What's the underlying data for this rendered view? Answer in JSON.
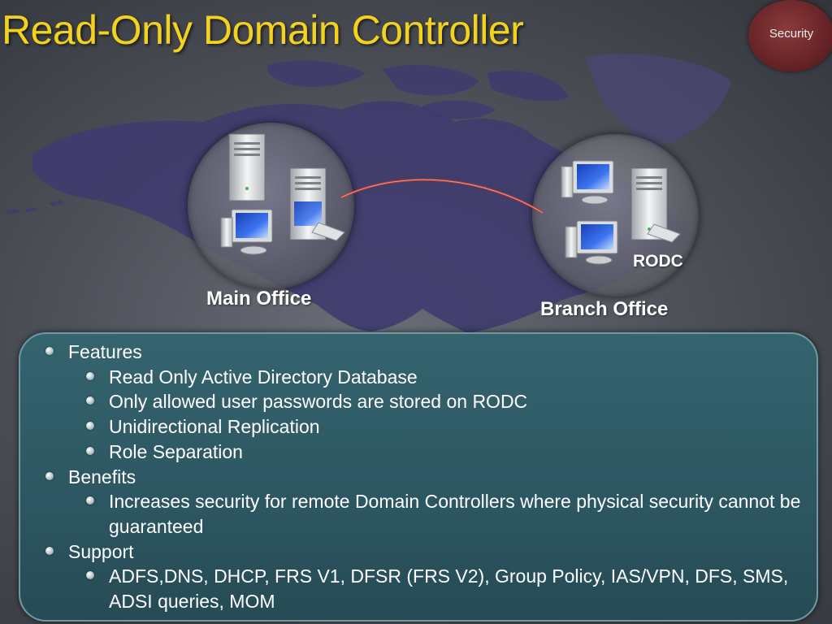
{
  "slide": {
    "title": "Read-Only Domain Controller",
    "badge": "Security"
  },
  "diagram": {
    "main_office_label": "Main Office",
    "branch_office_label": "Branch Office",
    "rodc_label": "RODC"
  },
  "bullets": {
    "features": {
      "label": "Features",
      "items": [
        "Read Only Active Directory Database",
        "Only allowed user passwords are stored on RODC",
        "Unidirectional Replication",
        "Role Separation"
      ]
    },
    "benefits": {
      "label": "Benefits",
      "items": [
        "Increases security for remote Domain Controllers where physical security cannot be guaranteed"
      ]
    },
    "support": {
      "label": "Support",
      "items": [
        "ADFS,DNS, DHCP, FRS V1, DFSR (FRS V2), Group Policy, IAS/VPN, DFS, SMS, ADSI queries, MOM"
      ]
    }
  },
  "colors": {
    "title": "#f2d21e",
    "panel": "#2c5661",
    "badge": "#6b2428",
    "map": "#3d3a6b",
    "replication_arc": "#c0392b"
  }
}
